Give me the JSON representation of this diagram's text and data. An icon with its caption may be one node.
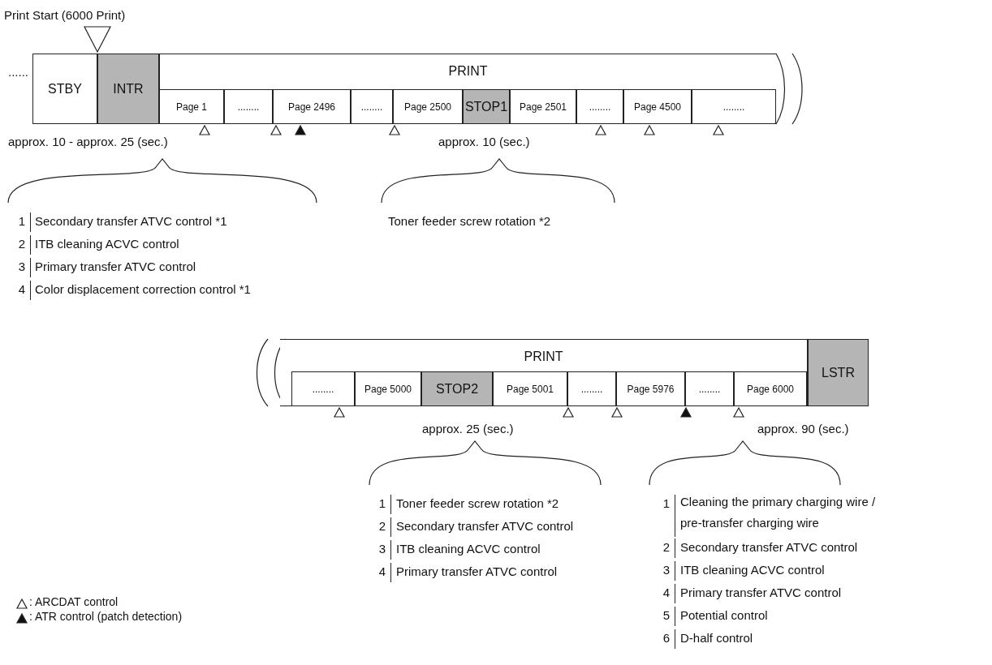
{
  "diagram": {
    "nodes": [
      {
        "text": [
          "STBY"
        ]
      },
      {
        "text": [
          "INTR"
        ]
      },
      {
        "text": [
          "PRINT"
        ]
      },
      {
        "text": [
          "Page 1"
        ],
        "in": 2
      },
      {
        "text": [
          "........"
        ],
        "in": 2
      },
      {
        "text": [
          "Page 2496"
        ],
        "in": 2
      },
      {
        "text": [
          "........"
        ],
        "in": 2
      },
      {
        "text": [
          "Page 2500"
        ],
        "in": 2
      },
      {
        "text": [
          "STOP1"
        ],
        "in": 2
      },
      {
        "text": [
          "Page 2501"
        ],
        "in": 2
      },
      {
        "text": [
          "........"
        ],
        "in": 2
      },
      {
        "text": [
          "Page 4500"
        ],
        "in": 2
      },
      {
        "text": [
          "........"
        ],
        "in": 2
      },
      {
        "text": [
          "PRINT"
        ]
      },
      {
        "text": [
          "........"
        ],
        "in": 13
      },
      {
        "text": [
          "Page 5000"
        ],
        "in": 13
      },
      {
        "text": [
          "STOP2"
        ],
        "in": 13
      },
      {
        "text": [
          "Page 5001"
        ],
        "in": 13
      },
      {
        "text": [
          "........"
        ],
        "in": 13
      },
      {
        "text": [
          "Page 5976"
        ],
        "in": 13
      },
      {
        "text": [
          "........"
        ],
        "in": 13
      },
      {
        "text": [
          "Page 6000"
        ],
        "in": 13
      },
      {
        "text": [
          "LSTR"
        ]
      }
    ],
    "labels": [
      "......",
      "Print Start  (6000 Print)",
      "approx. 10 - approx. 25 (sec.)",
      "approx. 10 (sec.)",
      "1",
      "Secondary transfer ATVC control *1",
      "Toner feeder screw rotation *2",
      "2",
      "ITB cleaning ACVC control",
      "3",
      "Primary transfer ATVC control",
      "4",
      "Color displacement correction control *1",
      "approx. 25 (sec.)",
      "approx. 90 (sec.)",
      "1",
      "Toner feeder screw rotation *2",
      "2",
      "Secondary transfer ATVC control",
      "3",
      "ITB cleaning ACVC control",
      "4",
      "Primary transfer ATVC control",
      "1",
      "Cleaning the primary charging wire / pre-transfer charging wire",
      "2",
      "Secondary transfer ATVC control",
      "3",
      "ITB cleaning ACVC control",
      "4",
      "Primary transfer ATVC control",
      "5",
      "Potential control",
      "6",
      "D-half control"
    ],
    "legend": [
      {
        "text": ": ARCDAT control"
      },
      {
        "text": ": ATR control (patch detection)"
      }
    ]
  }
}
